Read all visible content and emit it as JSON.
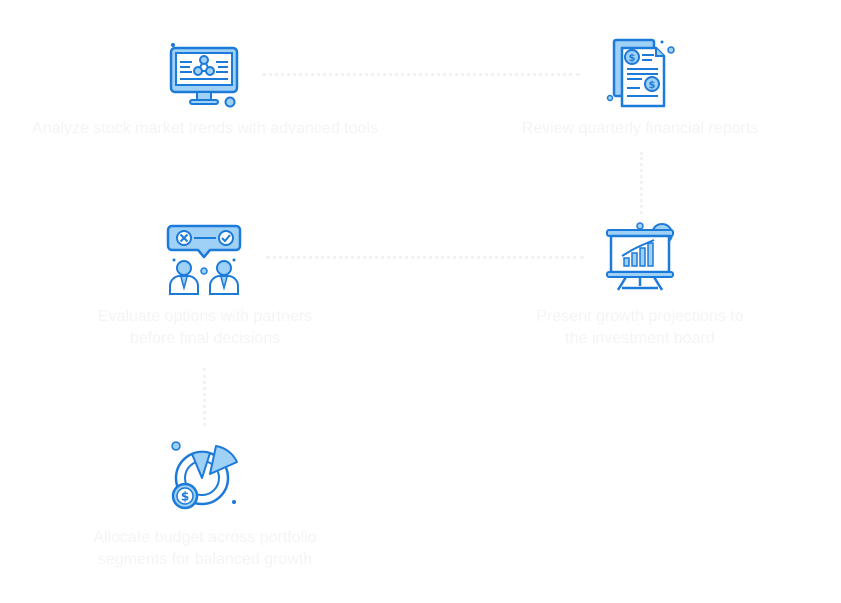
{
  "colors": {
    "background": "#ffffff",
    "icon_fill": "#9fd0f5",
    "icon_stroke": "#1c7ad9",
    "icon_accent": "#ffffff",
    "caption": "#f4f4f4",
    "connector": "#f2f2f2"
  },
  "steps": [
    {
      "icon": "monitor-network-icon",
      "caption": "Analyze stock market trends with advanced tools"
    },
    {
      "icon": "financial-document-icon",
      "caption": "Review quarterly financial reports"
    },
    {
      "icon": "presentation-chart-icon",
      "caption": "Present growth projections to the investment board"
    },
    {
      "icon": "team-decision-icon",
      "caption": "Evaluate options with partners before final decisions"
    },
    {
      "icon": "pie-chart-money-icon",
      "caption": "Allocate budget across portfolio segments for balanced growth"
    }
  ]
}
